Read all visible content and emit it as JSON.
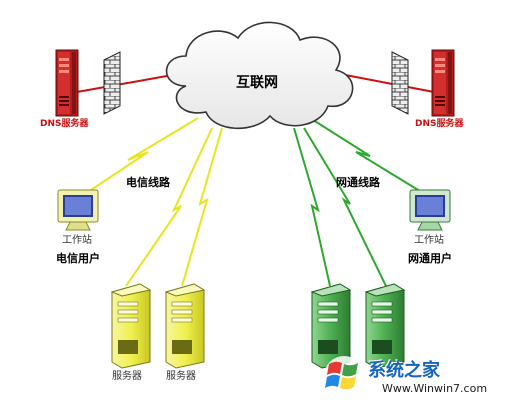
{
  "cloud": {
    "label": "互联网"
  },
  "dns_left": {
    "label": "DNS服务器"
  },
  "dns_right": {
    "label": "DNS服务器"
  },
  "telecom": {
    "line_label": "电信线路",
    "workstation_label": "工作站",
    "user_label": "电信用户",
    "servers": [
      "服务器",
      "服务器"
    ]
  },
  "netcom": {
    "line_label": "网通线路",
    "workstation_label": "工作站",
    "user_label": "网通用户"
  },
  "colors": {
    "dns_link": "#cc1010",
    "telecom_link": "#e6e61e",
    "netcom_link": "#2ea82e",
    "telecom_server": "#f0f060",
    "netcom_server": "#4caf50"
  },
  "watermark": {
    "site_name": "系统之家",
    "url": "Www.Winwin7.com"
  }
}
